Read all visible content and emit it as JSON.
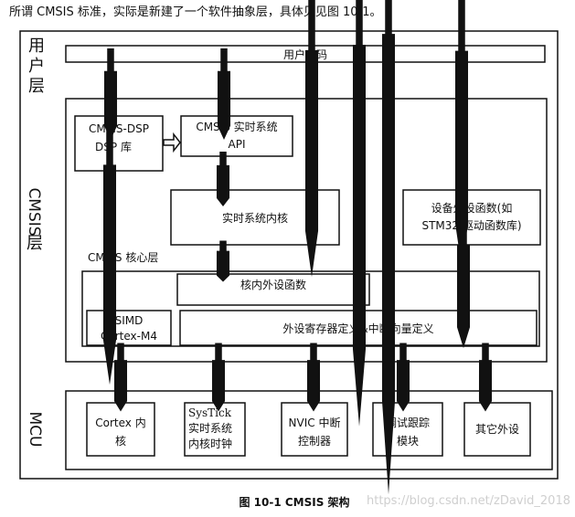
{
  "intro": "所谓 CMSIS 标准，实际是新建了一个软件抽象层，具体见见图 10-1。",
  "layers": {
    "user": [
      "用",
      "户",
      "层"
    ],
    "cmsis": [
      "CMSIS",
      "层"
    ],
    "mcu": "MCU"
  },
  "user_code": "用户代码",
  "cmsis_dsp": [
    "CMSIS-DSP",
    "DSP 库"
  ],
  "rtos_api": [
    "CMSIS 实时系统",
    "API"
  ],
  "rtos_kernel": "实时系统内核",
  "periph_funcs": [
    "设备外设函数(如",
    "STM32 驱动函数库)"
  ],
  "core_layer": "CMSIS 核心层",
  "core_periph": "核内外设函数",
  "simd": [
    "SIMD",
    "Cortex-M4"
  ],
  "reg_defs": "外设寄存器定义&中断向量定义",
  "mcu_items": [
    [
      "Cortex 内",
      "核"
    ],
    [
      "SysTick",
      "实时系统",
      "内核时钟"
    ],
    [
      "NVIC 中断",
      "控制器"
    ],
    [
      "调试跟踪",
      "模块"
    ],
    [
      "其它外设"
    ]
  ],
  "caption": "图 10-1 CMSIS 架构",
  "watermark": "https://blog.csdn.net/zDavid_2018"
}
